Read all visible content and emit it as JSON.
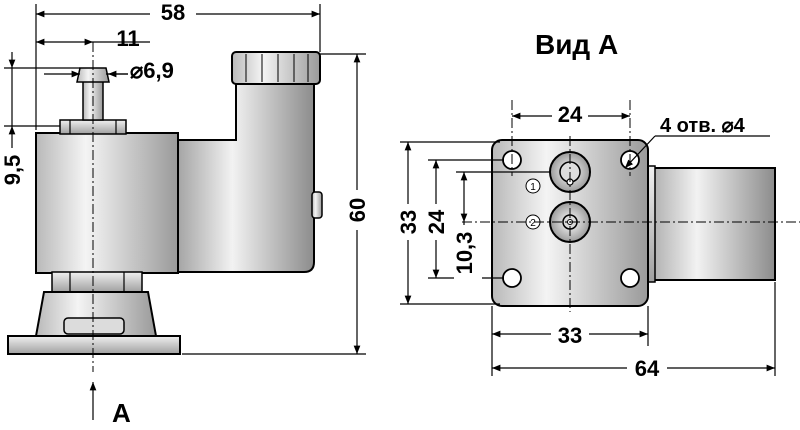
{
  "side_view": {
    "overall_width": "58",
    "fitting_offset": "11",
    "fitting_diameter": "⌀6,9",
    "fitting_height": "9,5",
    "overall_height": "60",
    "view_marker": "A"
  },
  "end_view": {
    "title": "Вид А",
    "hole_spacing_top": "24",
    "holes_note": "4 отв. ⌀4",
    "flange_height": "33",
    "hole_spacing_vertical": "24",
    "port_spacing": "10,3",
    "flange_width": "33",
    "overall_length": "64",
    "port_1": "1",
    "port_2": "2"
  }
}
